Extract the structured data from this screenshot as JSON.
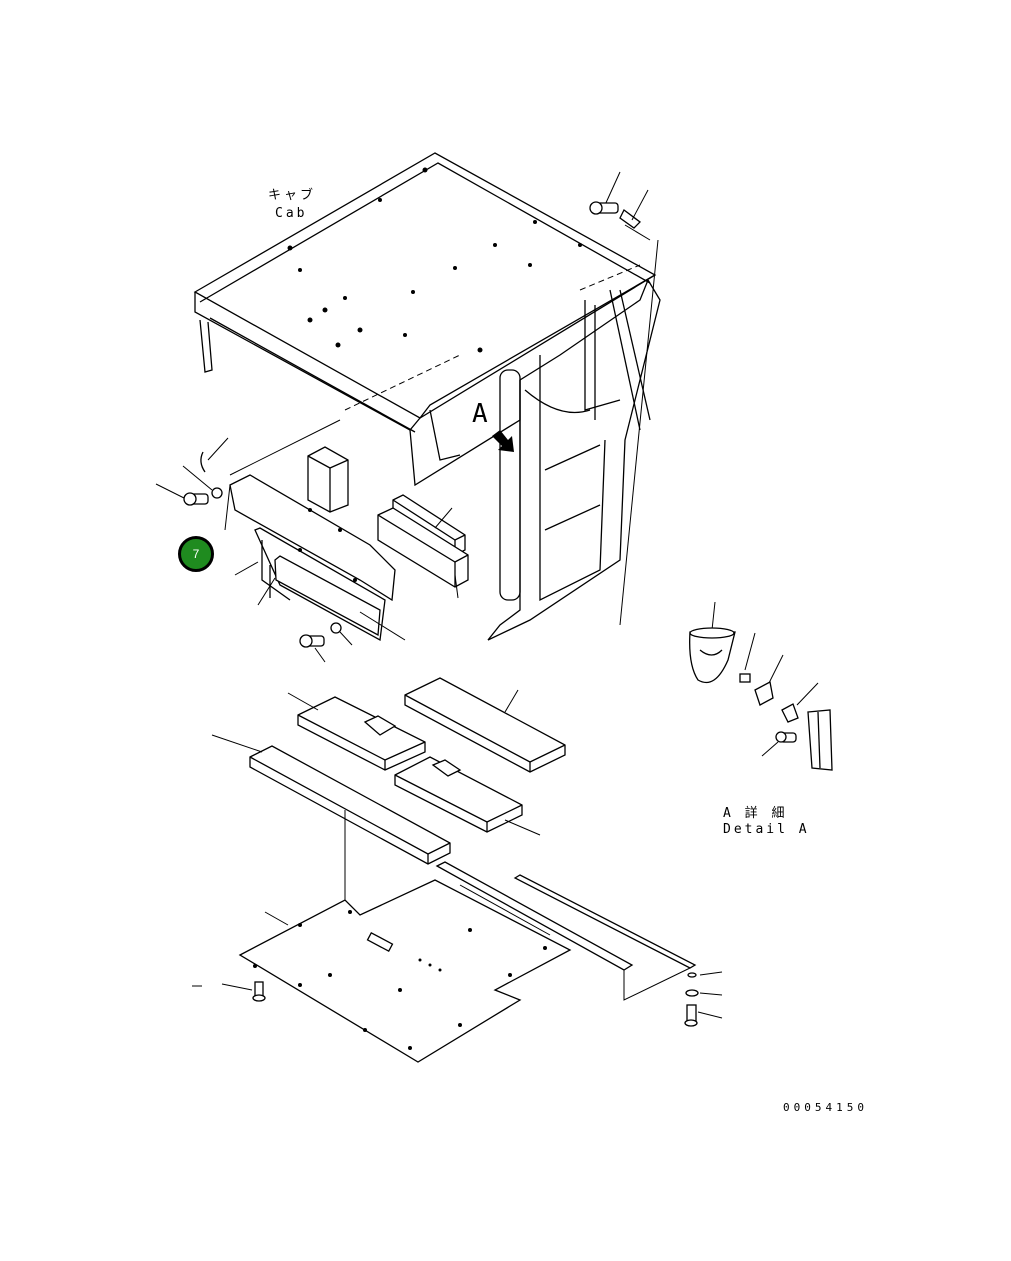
{
  "labels": {
    "cab_jp": "キャブ",
    "cab_en": "Cab",
    "view_marker": "A",
    "detail_jp": "A 詳 細",
    "detail_en": "Detail A",
    "drawing_number": "00054150"
  },
  "callout": {
    "number": "7",
    "color": "#1f8b1f"
  }
}
